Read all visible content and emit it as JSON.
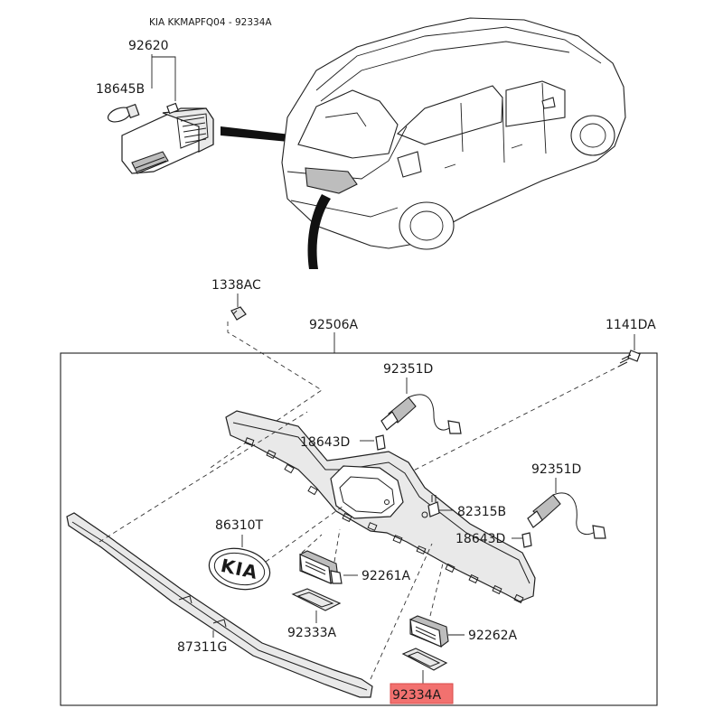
{
  "header": {
    "title": "KIA KKMAPFQ04 - 92334A"
  },
  "callouts": {
    "p92620": "92620",
    "p18645B": "18645B",
    "p1338AC": "1338AC",
    "p92506A": "92506A",
    "p1141DA": "1141DA",
    "p92351D_a": "92351D",
    "p18643D_a": "18643D",
    "p92351D_b": "92351D",
    "p82315B": "82315B",
    "p18643D_b": "18643D",
    "p86310T": "86310T",
    "p92261A": "92261A",
    "p92333A": "92333A",
    "p92262A": "92262A",
    "p87311G": "87311G",
    "p92334A": "92334A"
  },
  "emblem": {
    "text": "KIA"
  },
  "highlight": {
    "part": "92334A",
    "color": "#f2716f"
  }
}
